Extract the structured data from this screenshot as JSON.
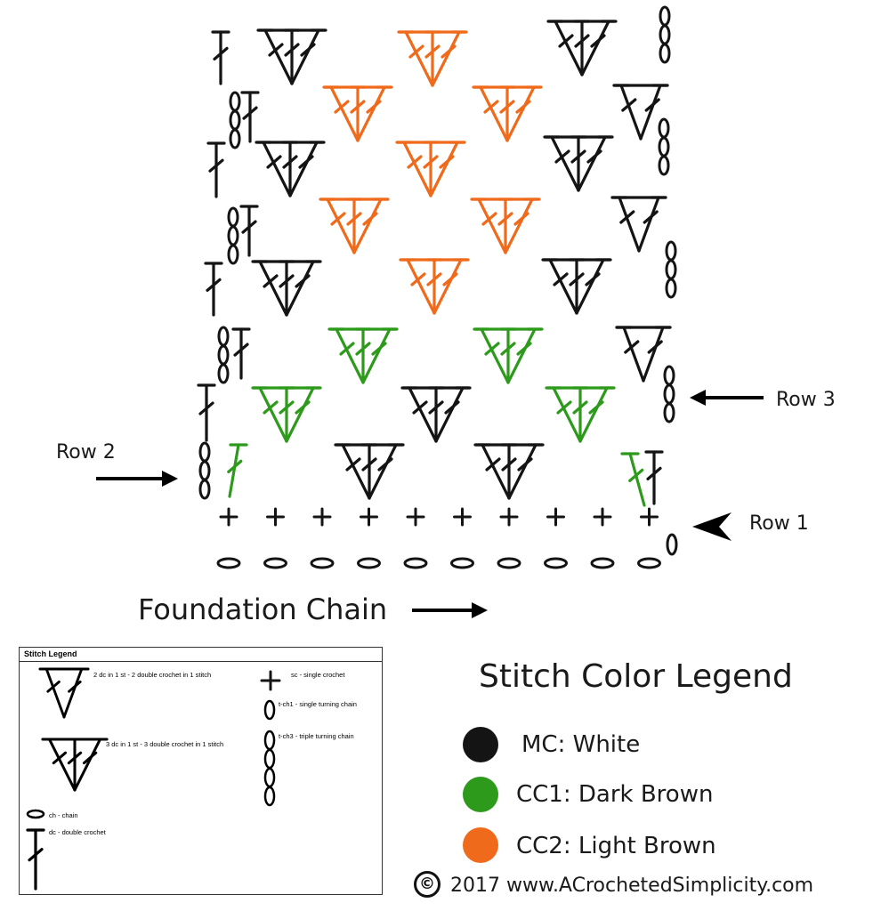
{
  "colors": {
    "mc": "#141414",
    "cc1": "#2e9a1c",
    "cc2": "#ef6a1a"
  },
  "diagram": {
    "foundation_label": "Foundation Chain",
    "row1_label": "Row 1",
    "row2_label": "Row 2",
    "row3_label": "Row 3",
    "foundation_chain_count": 10,
    "row1_sc_count": 10
  },
  "stitch_legend": {
    "title": "Stitch Legend",
    "items": [
      {
        "symbol": "2dc-v-icon",
        "text": "2 dc in 1 st - 2 double crochet in 1 stitch"
      },
      {
        "symbol": "3dc-v-icon",
        "text": "3 dc in 1 st - 3 double crochet in 1 stitch"
      },
      {
        "symbol": "chain-oval-icon",
        "text": "ch - chain"
      },
      {
        "symbol": "double-crochet-icon",
        "text": "dc - double crochet"
      },
      {
        "symbol": "single-crochet-plus-icon",
        "text": "sc - single crochet"
      },
      {
        "symbol": "turning-chain-1-icon",
        "text": "t-ch1 - single turning chain"
      },
      {
        "symbol": "turning-chain-3-icon",
        "text": "t-ch3 - triple turning chain"
      }
    ]
  },
  "color_legend": {
    "title": "Stitch Color Legend",
    "items": [
      {
        "text": "MC: White",
        "color": "#141414"
      },
      {
        "text": "CC1: Dark Brown",
        "color": "#2e9a1c"
      },
      {
        "text": "CC2: Light Brown",
        "color": "#ef6a1a"
      }
    ]
  },
  "copyright": {
    "symbol": "©",
    "text": "2017 www.ACrochetedSimplicity.com"
  }
}
